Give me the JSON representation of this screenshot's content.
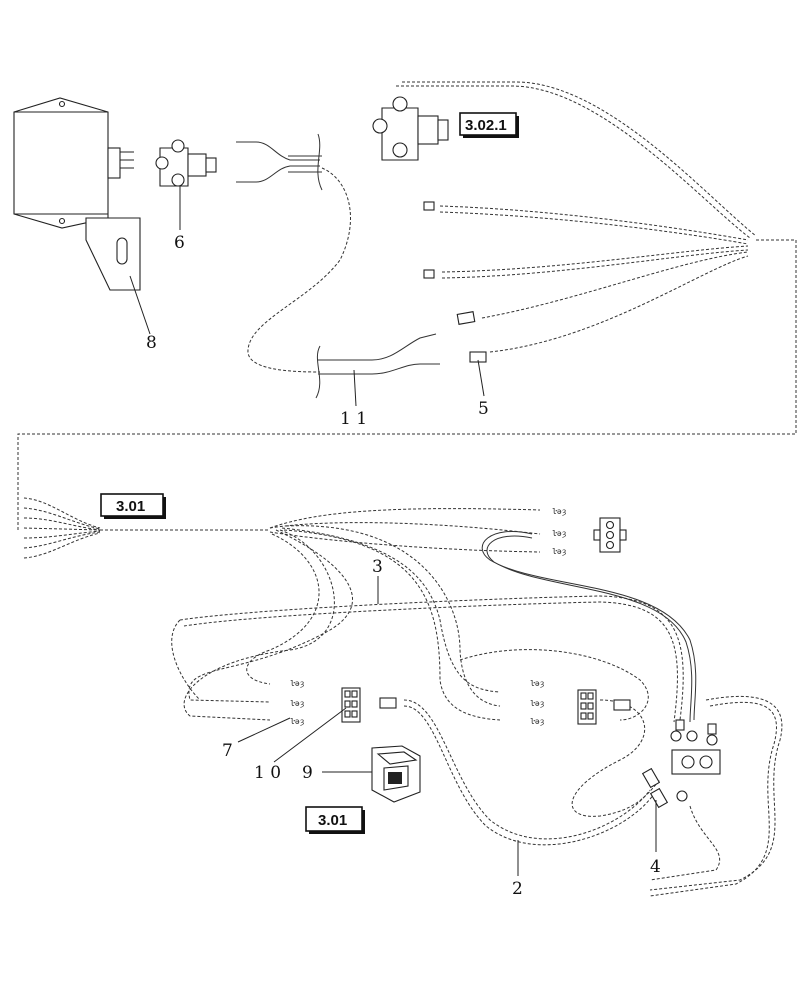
{
  "callouts": {
    "c2": "2",
    "c3": "3",
    "c4": "4",
    "c5": "5",
    "c6": "6",
    "c7": "7",
    "c8": "8",
    "c9": "9",
    "c10": "1 0",
    "c11": "1 1"
  },
  "references": {
    "ref_top": "3.02.1",
    "ref_mid": "3.01",
    "ref_bottom": "3.01"
  }
}
